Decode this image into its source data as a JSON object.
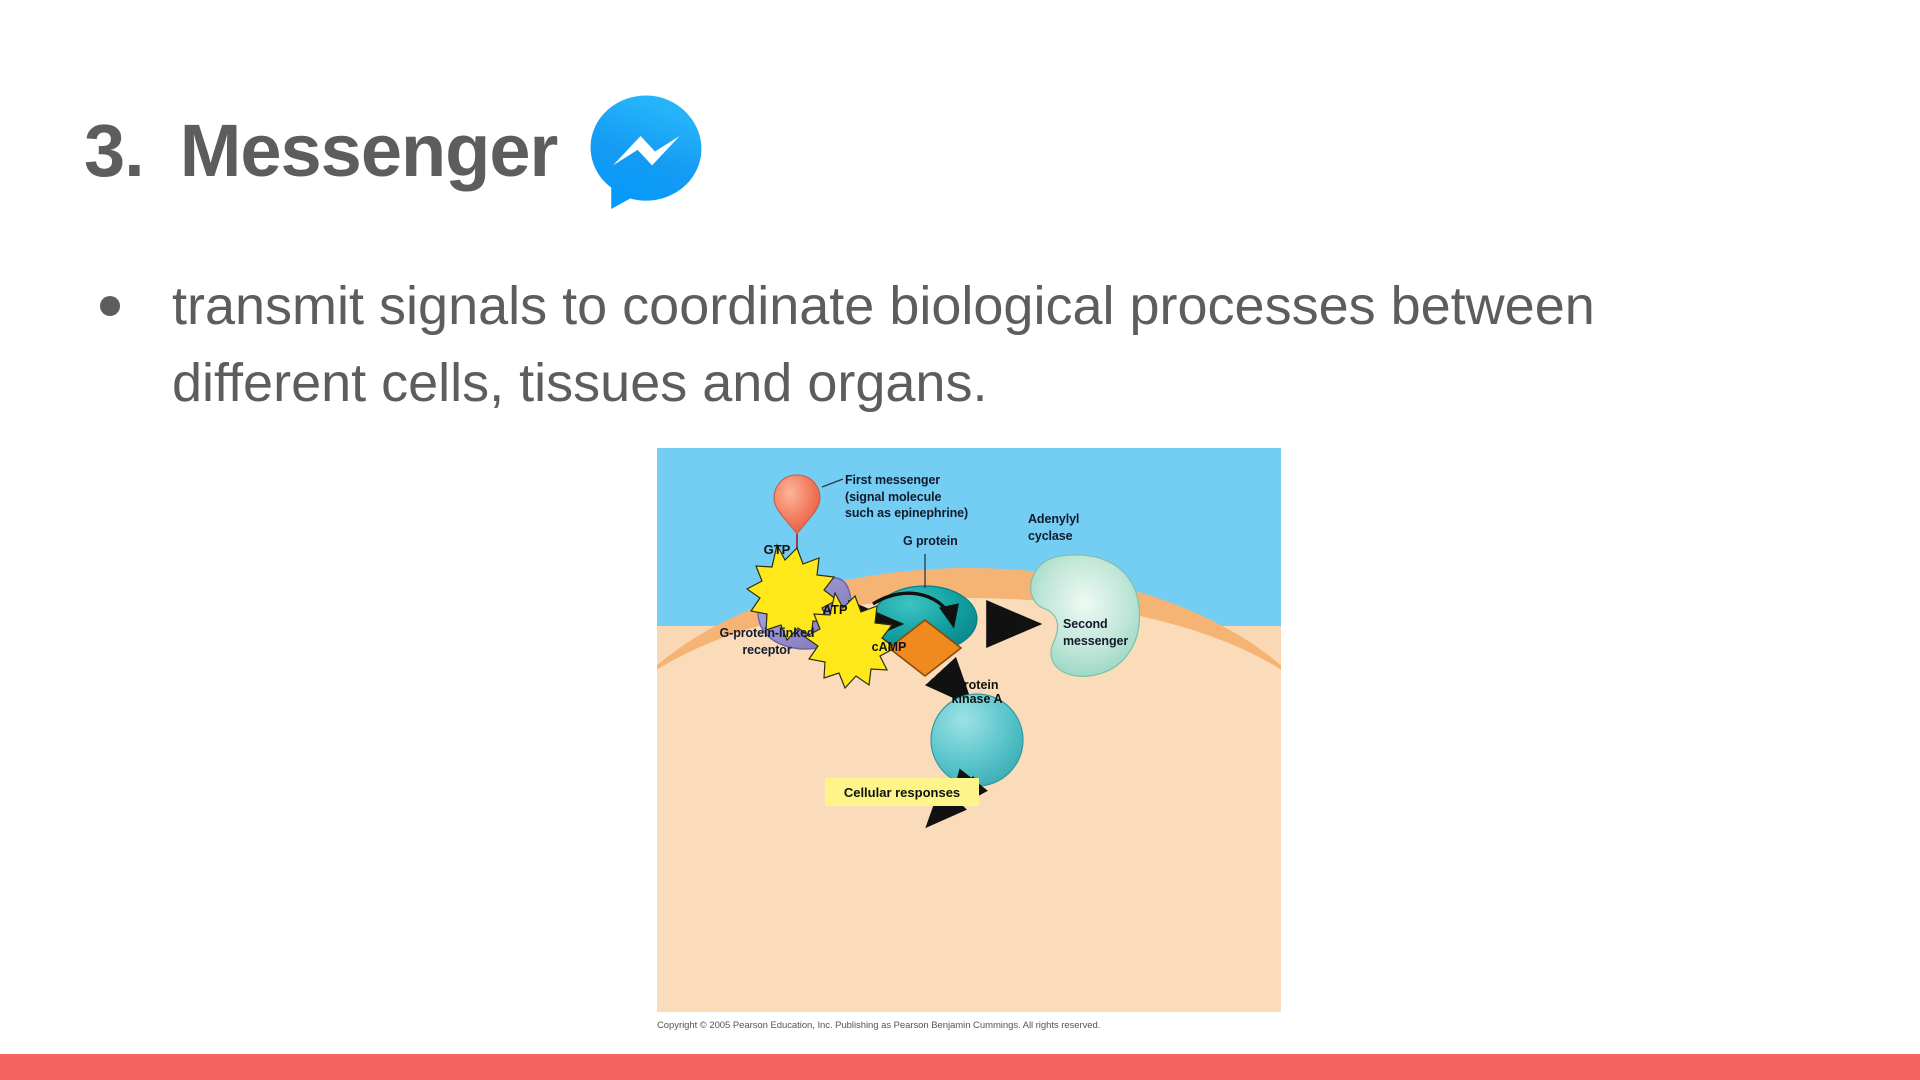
{
  "slide": {
    "background_color": "#ffffff",
    "title": {
      "number": "3.",
      "text": "Messenger",
      "color": "#5d5d5d",
      "logo_icon": "messenger-logo-icon"
    },
    "bullets": [
      {
        "marker": "bullet-dot",
        "text": "transmit signals to coordinate biological processes between different cells, tissues and organs."
      }
    ],
    "accent_bar_color": "#f4635e"
  },
  "figure": {
    "name": "g-protein-signaling-diagram",
    "colors": {
      "extracellular": "#74cdf2",
      "membrane": "#f5b473",
      "cytosol": "#fadcbb",
      "receptor": "#8b85c6",
      "g_protein": "#0f9aa0",
      "adenylyl_cyclase": "#a8ddd0",
      "burst": "#ffe81a",
      "camp": "#f08a1e",
      "kinase": "#5cc6cc",
      "response_box": "#fdf58a",
      "ligand": "#f2795c"
    },
    "labels": {
      "first_messenger": "First messenger\n(signal molecule\nsuch as epinephrine)",
      "g_protein": "G protein",
      "adenylyl_cyclase": "Adenylyl\ncyclase",
      "receptor": "G-protein-linked\nreceptor",
      "second_messenger": "Second\nmessenger"
    },
    "shape_text": {
      "gtp": "GTP",
      "atp": "ATP",
      "camp": "cAMP",
      "protein_kinase_a": "Protein\nkinase A",
      "cellular_responses": "Cellular responses"
    },
    "credit": "Copyright ©  2005 Pearson Education, Inc. Publishing as Pearson Benjamin Cummings. All rights reserved."
  }
}
